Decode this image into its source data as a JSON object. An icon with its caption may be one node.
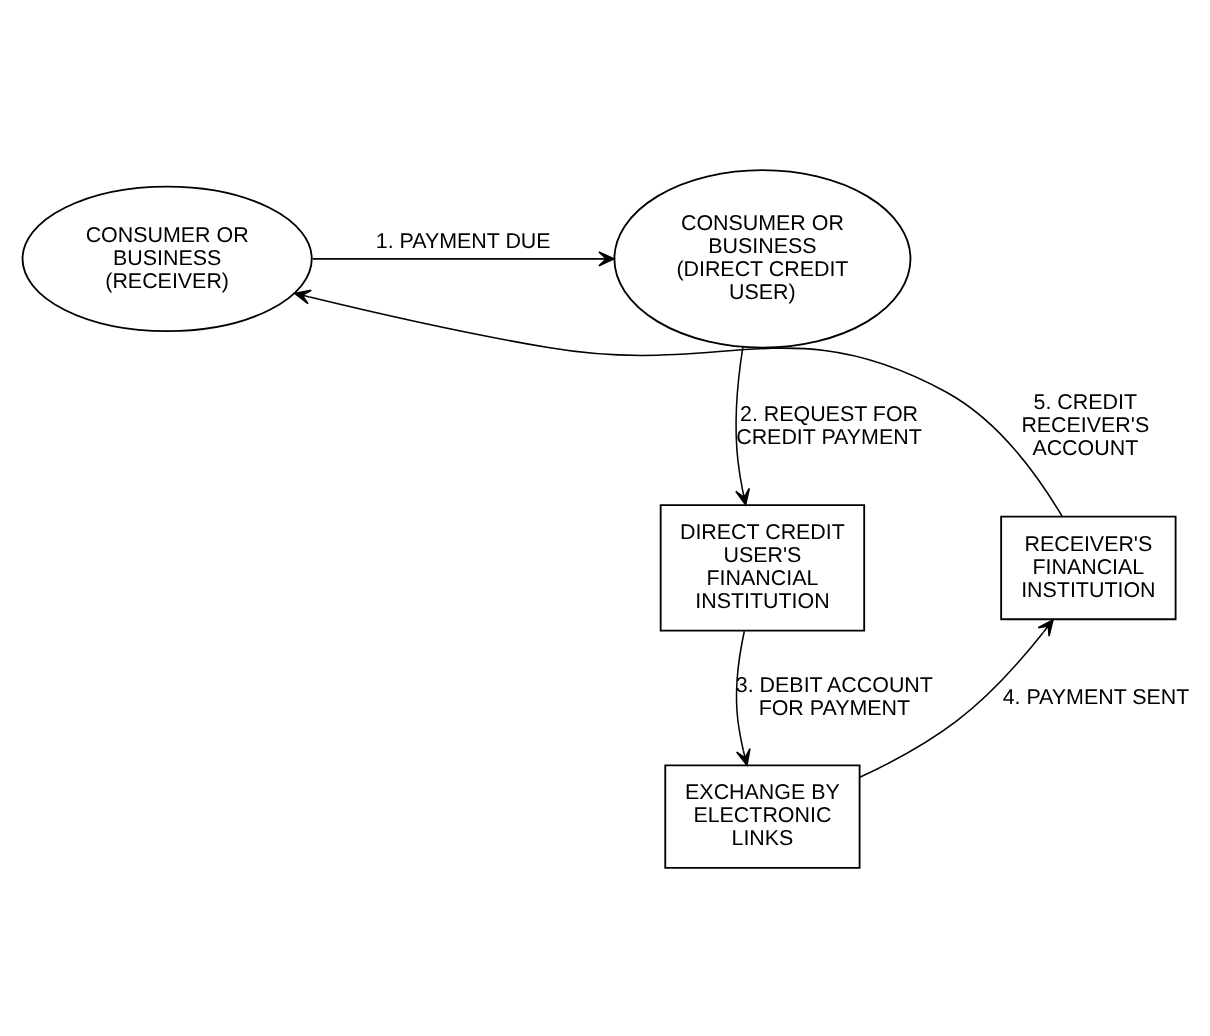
{
  "diagram": {
    "nodes": [
      {
        "text": [
          "CONSUMER OR BUSINESS (DIRECT CREDIT USER)"
        ]
      },
      {
        "text": [
          "CONSUMER OR BUSINESS (RECEIVER)"
        ]
      },
      {
        "text": [
          "DIRECT CREDIT USER'S FINANCIAL INSTITUTION"
        ]
      },
      {
        "text": [
          "RECEIVER'S FINANCIAL INSTITUTION"
        ]
      },
      {
        "text": [
          "EXCHANGE BY ELECTRONIC LINKS"
        ]
      }
    ],
    "edges": [
      {
        "from": 1,
        "to": 0,
        "arrow": "to",
        "label": "1. PAYMENT DUE"
      },
      {
        "from": 0,
        "to": 2,
        "arrow": "to",
        "label": "2. REQUEST FOR CREDIT PAYMENT"
      },
      {
        "from": 2,
        "to": 4,
        "arrow": "to",
        "label": "3. DEBIT ACCOUNT FOR PAYMENT"
      },
      {
        "from": 4,
        "to": 3,
        "arrow": "to",
        "label": "4. PAYMENT SENT"
      },
      {
        "from": 3,
        "to": 1,
        "arrow": "to",
        "label": "5. CREDIT RECEIVER'S ACCOUNT"
      }
    ]
  }
}
